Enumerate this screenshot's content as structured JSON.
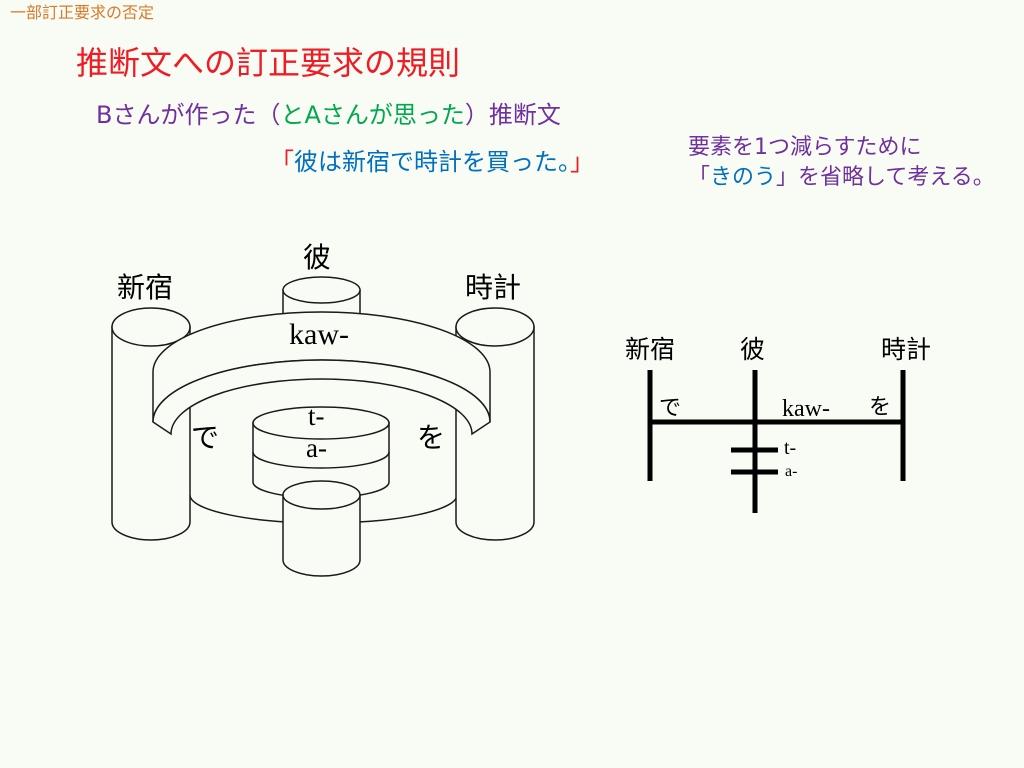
{
  "slide": {
    "section_label": "一部訂正要求の否定",
    "title": "推断文への訂正要求の規則"
  },
  "subtitle": {
    "part_b_made": "Bさんが作った（",
    "part_a_thought": "とAさんが思った",
    "part_suffix": "）推断文"
  },
  "example_sentence": {
    "open_bracket": "「",
    "text": "彼は新宿で時計を買った。",
    "close_bracket": "」"
  },
  "note": {
    "line1": "要素を1つ減らすために",
    "line2_open": "「",
    "line2_keyword": "きのう",
    "line2_rest": "」を省略して考える。"
  },
  "diagram_3d": {
    "top_label": "彼",
    "left_label": "新宿",
    "right_label": "時計",
    "verb": "kaw-",
    "tense_t": "t-",
    "tense_a": "a-",
    "particle_de": "で",
    "particle_wo": "を"
  },
  "diagram_lines": {
    "top_label": "彼",
    "left_label": "新宿",
    "right_label": "時計",
    "verb": "kaw-",
    "tense_t": "t-",
    "tense_a": "a-",
    "particle_de": "で",
    "particle_wo": "を"
  },
  "colors": {
    "background": "#f9fcf4",
    "section_label": "#d97a2b",
    "title": "#ee1c25",
    "purple": "#7030a0",
    "green": "#00a84f",
    "blue": "#0070c0",
    "red": "#ee1c25",
    "line": "#000000"
  }
}
